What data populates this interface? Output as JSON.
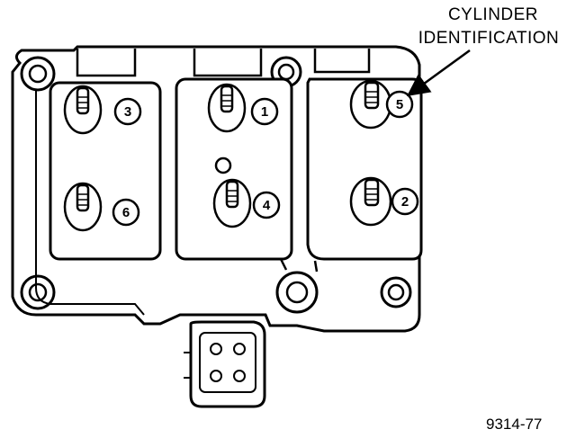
{
  "callout": {
    "line1": "CYLINDER",
    "line2": "IDENTIFICATION"
  },
  "figure_id": "9314-77",
  "cylinders": [
    {
      "label": "3"
    },
    {
      "label": "1"
    },
    {
      "label": "5"
    },
    {
      "label": "6"
    },
    {
      "label": "4"
    },
    {
      "label": "2"
    }
  ],
  "colors": {
    "ink": "#000000",
    "paper": "#ffffff"
  }
}
